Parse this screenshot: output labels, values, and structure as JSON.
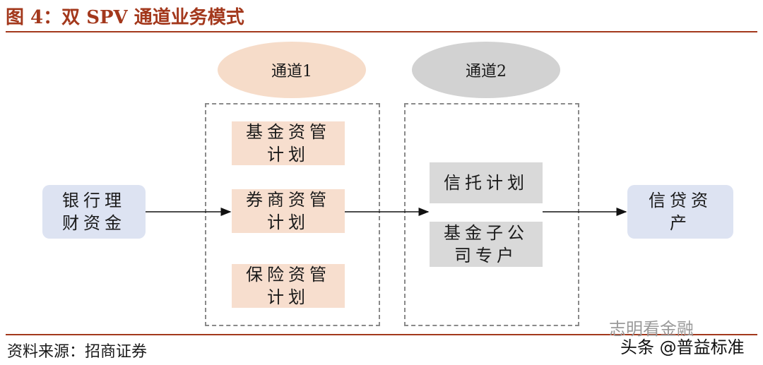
{
  "header": {
    "title": "图 4：双 SPV 通道业务模式"
  },
  "channels": [
    {
      "label": "通道1"
    },
    {
      "label": "通道2"
    }
  ],
  "source_node": {
    "line1": "银行理",
    "line2": "财资金"
  },
  "channel1_items": [
    {
      "line1": "基金资管",
      "line2": "计划"
    },
    {
      "line1": "券商资管",
      "line2": "计划"
    },
    {
      "line1": "保险资管",
      "line2": "计划"
    }
  ],
  "channel2_items": [
    {
      "line1": "信托计划",
      "line2": ""
    },
    {
      "line1": "基金子公",
      "line2": "司专户"
    }
  ],
  "target_node": {
    "line1": "信贷资",
    "line2": "产"
  },
  "footer": {
    "source": "资料来源：招商证券"
  },
  "watermark": {
    "line1": "志明看金融",
    "line2": "头条 @普益标准"
  },
  "colors": {
    "accent": "#a3381c",
    "peach": "#f7dece",
    "grey": "#d9d9d9",
    "blue": "#dde3f2"
  }
}
